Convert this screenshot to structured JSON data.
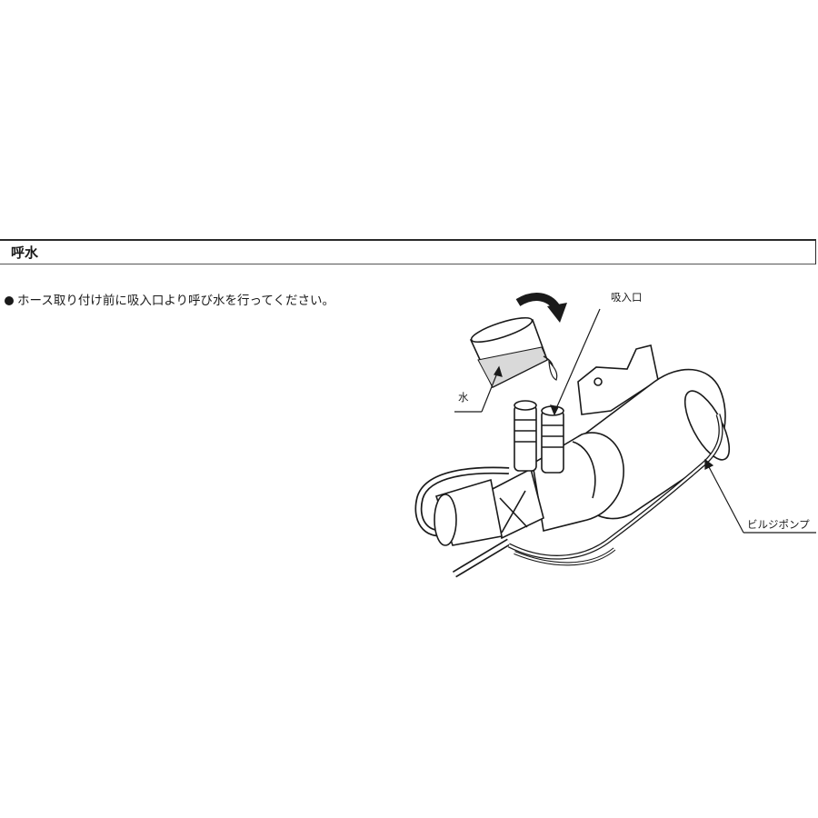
{
  "section": {
    "title": "呼水"
  },
  "instruction": {
    "text": "ホース取り付け前に吸入口より呼び水を行ってください。"
  },
  "illustration": {
    "labels": {
      "inlet": "吸入口",
      "water": "水",
      "pump": "ビルジポンプ"
    },
    "icons": {
      "pour_arrow": "curved-arrow-icon",
      "cup": "measuring-cup-icon",
      "pump": "bilge-pump-illustration"
    }
  },
  "colors": {
    "ink": "#1a1a1a",
    "water_fill": "#d9d9d9",
    "background": "#ffffff"
  }
}
